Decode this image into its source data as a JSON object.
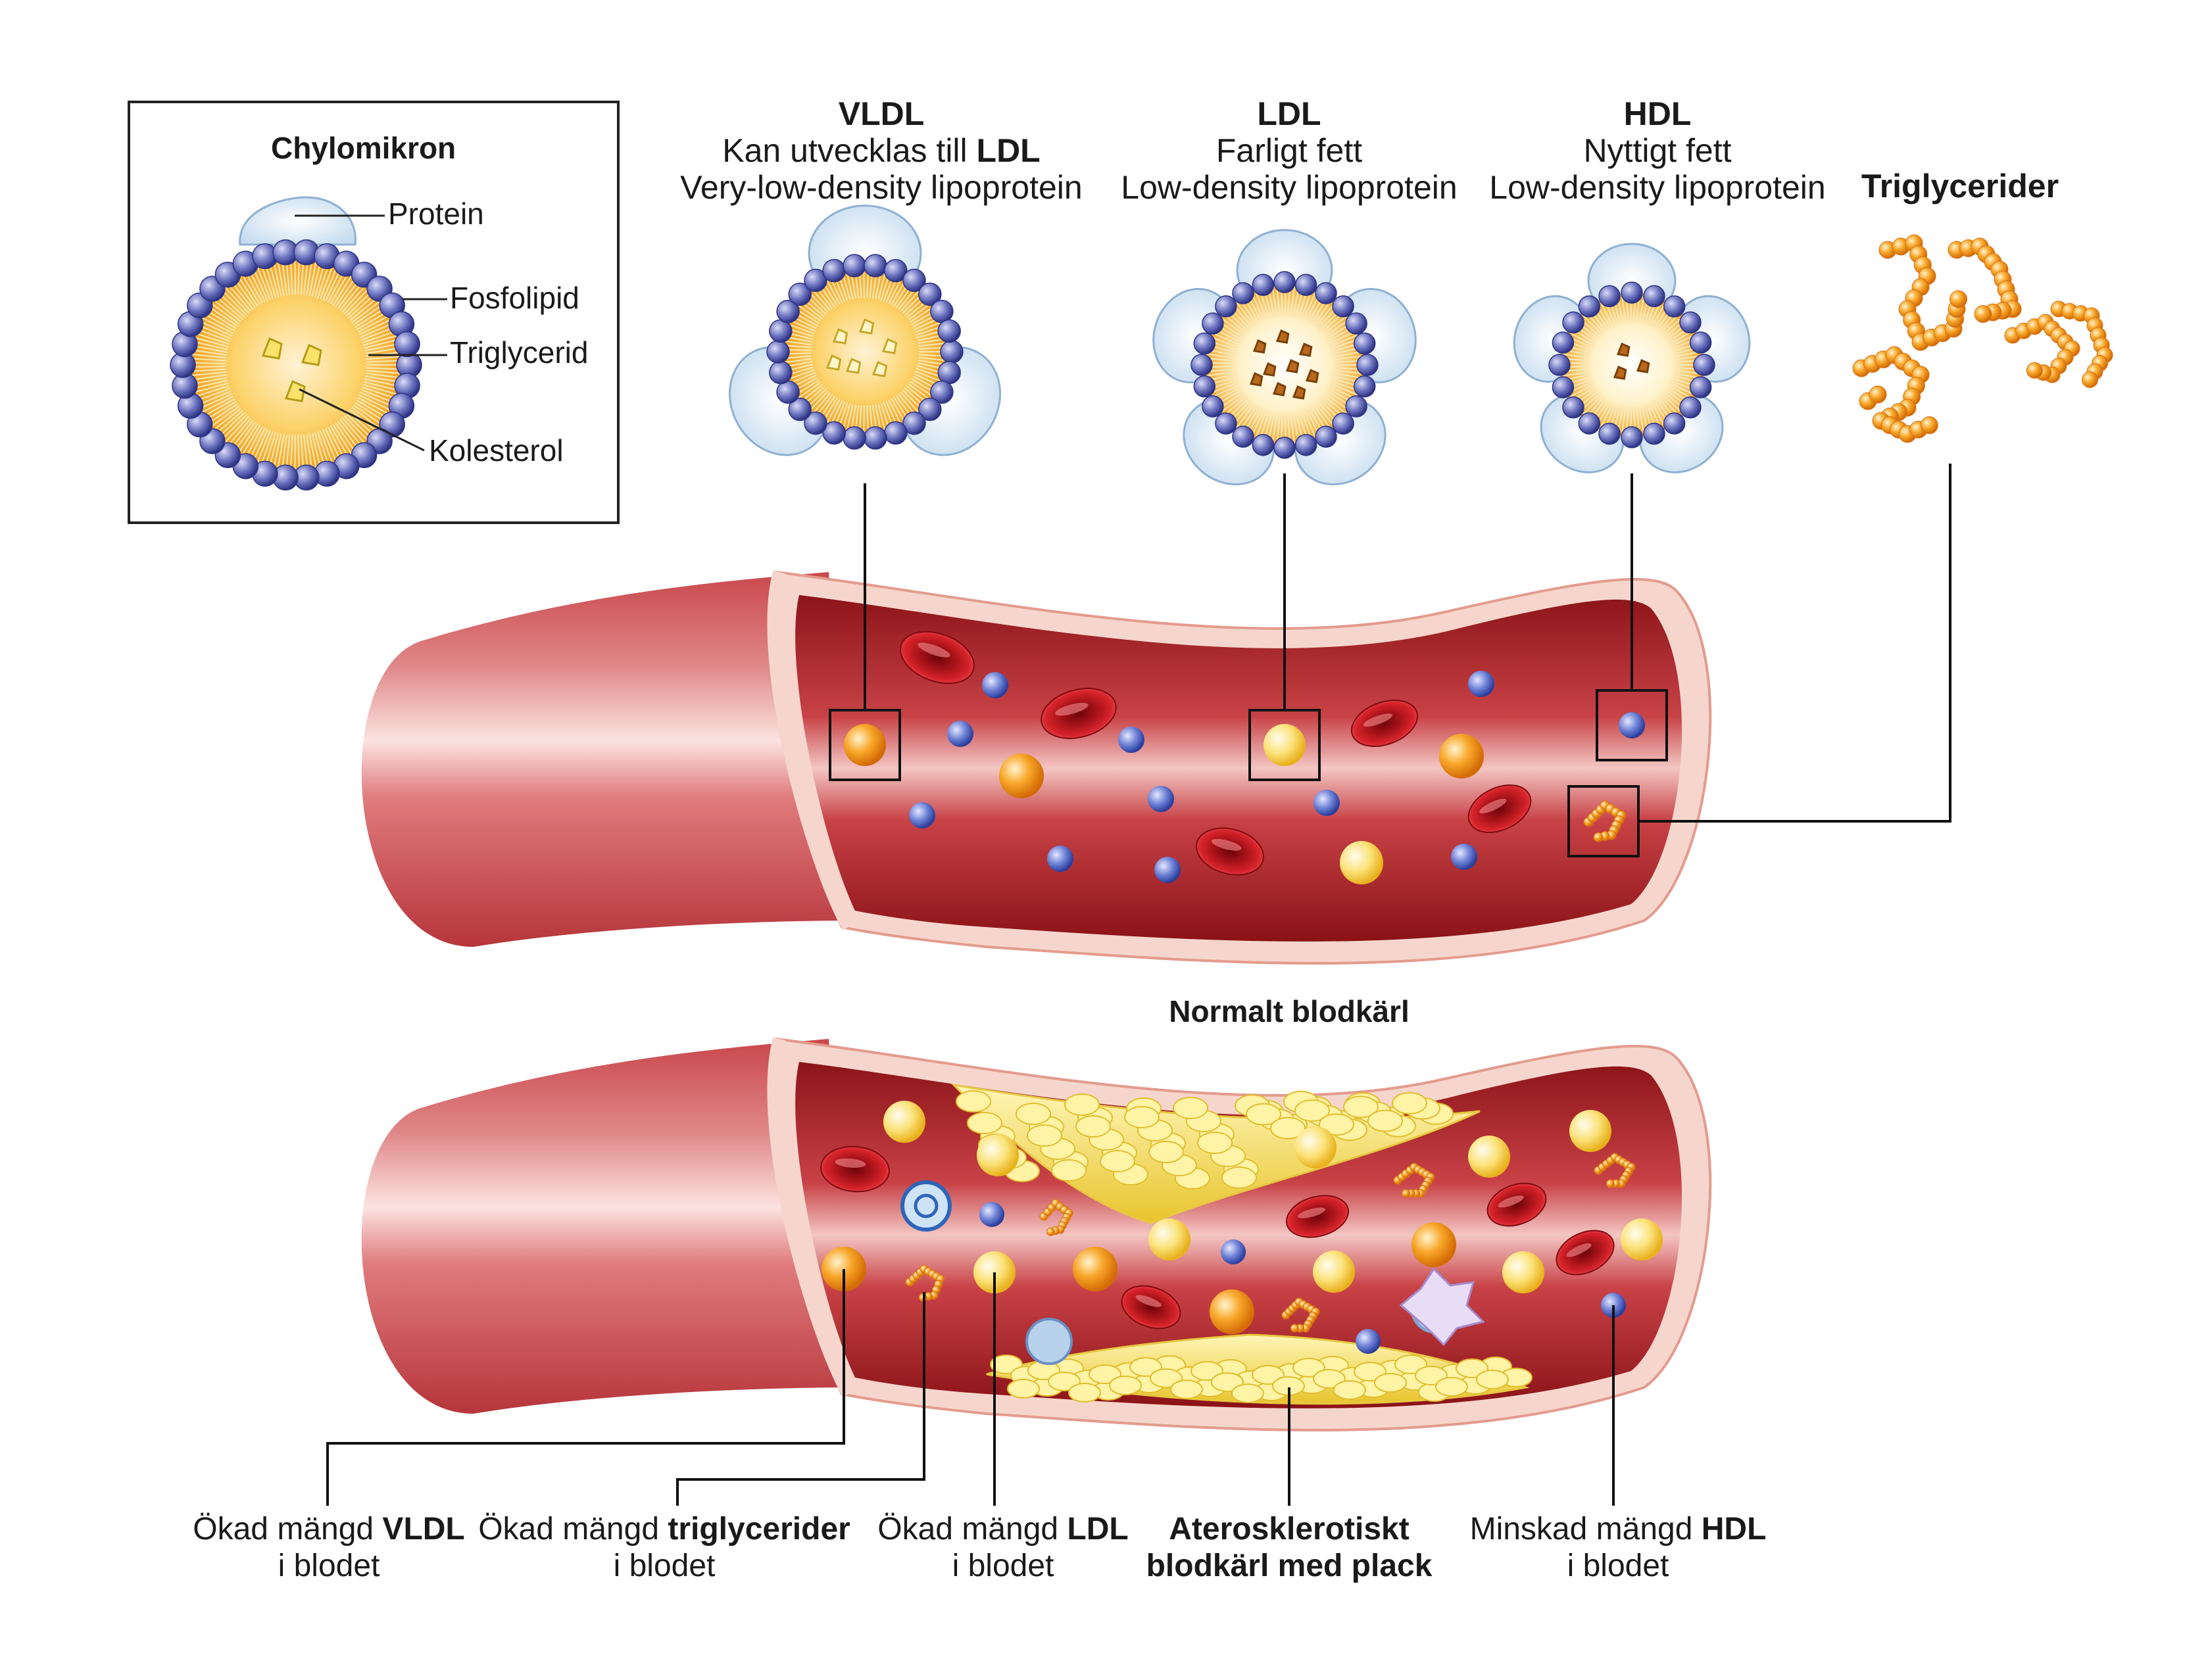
{
  "chylomicron": {
    "title": "Chylomikron",
    "labels": {
      "protein": "Protein",
      "fosfolipid": "Fosfolipid",
      "triglycerid": "Triglycerid",
      "kolesterol": "Kolesterol"
    }
  },
  "lipoproteins": {
    "vldl": {
      "name": "VLDL",
      "line1_pre": "Kan utvecklas till ",
      "line1_bold": "LDL",
      "line2": "Very-low-density lipoprotein"
    },
    "ldl": {
      "name": "LDL",
      "line1": "Farligt fett",
      "line2": "Low-density lipoprotein"
    },
    "hdl": {
      "name": "HDL",
      "line1": "Nyttigt fett",
      "line2": "Low-density lipoprotein"
    },
    "trig": {
      "name": "Triglycerider"
    }
  },
  "normal_vessel": {
    "caption": "Normalt blodkärl"
  },
  "bottom_labels": {
    "vldl": {
      "pre": "Ökad mängd ",
      "bold": "VLDL",
      "line2": "i blodet"
    },
    "trig": {
      "pre": "Ökad mängd ",
      "bold": "triglycerider",
      "line2": "i blodet"
    },
    "ldl": {
      "pre": "Ökad mängd ",
      "bold": "LDL",
      "line2": "i blodet"
    },
    "plack": {
      "line1": "Aterosklerotiskt",
      "line2": "blodkärl med plack"
    },
    "hdl": {
      "pre": "Minskad mängd ",
      "bold": "HDL",
      "line2": "i blodet"
    }
  },
  "colors": {
    "vessel_outer": "#d9595a",
    "vessel_lumen": "#a51d22",
    "wall": "#f6d6cc",
    "phospholipid": "#6a71bd",
    "protein": "#dbe8f4",
    "core": "#f5a41c",
    "ldl_ball": "#f7d23a",
    "plaque": "#f4de55",
    "rbc": "#c4161c"
  }
}
